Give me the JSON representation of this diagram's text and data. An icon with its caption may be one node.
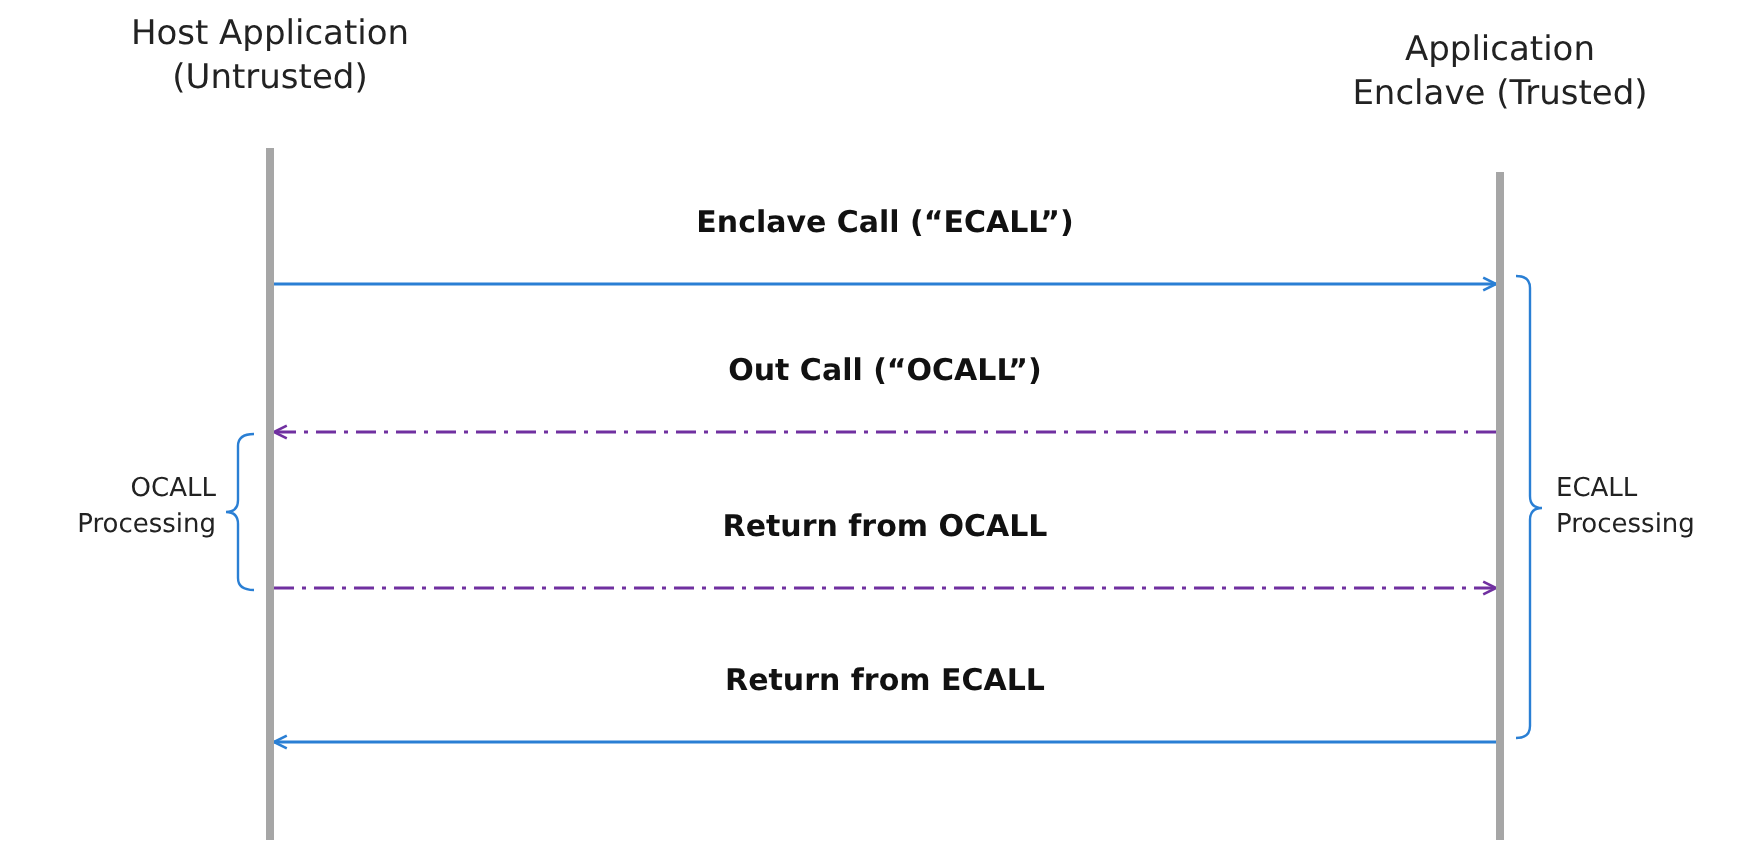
{
  "diagram": {
    "nodes": [
      {
        "text": [
          "Host Application (Untrusted)"
        ]
      },
      {
        "text": [
          "Application Enclave (Trusted)"
        ]
      }
    ],
    "edges": [
      {
        "from": 0,
        "to": 1,
        "arrow": "to",
        "label": "Enclave Call (“ECALL”)"
      },
      {
        "from": 1,
        "to": 0,
        "arrow": "to",
        "label": "Out Call (“OCALL”)",
        "style": "dashed",
        "color": "#7030a0"
      },
      {
        "from": 0,
        "to": 1,
        "arrow": "to",
        "label": "Return from OCALL",
        "style": "dashed",
        "color": "#7030a0"
      },
      {
        "from": 1,
        "to": 0,
        "arrow": "to",
        "label": "Return from ECALL"
      }
    ],
    "labels": [
      "OCALL Processing",
      "ECALL Processing"
    ]
  }
}
